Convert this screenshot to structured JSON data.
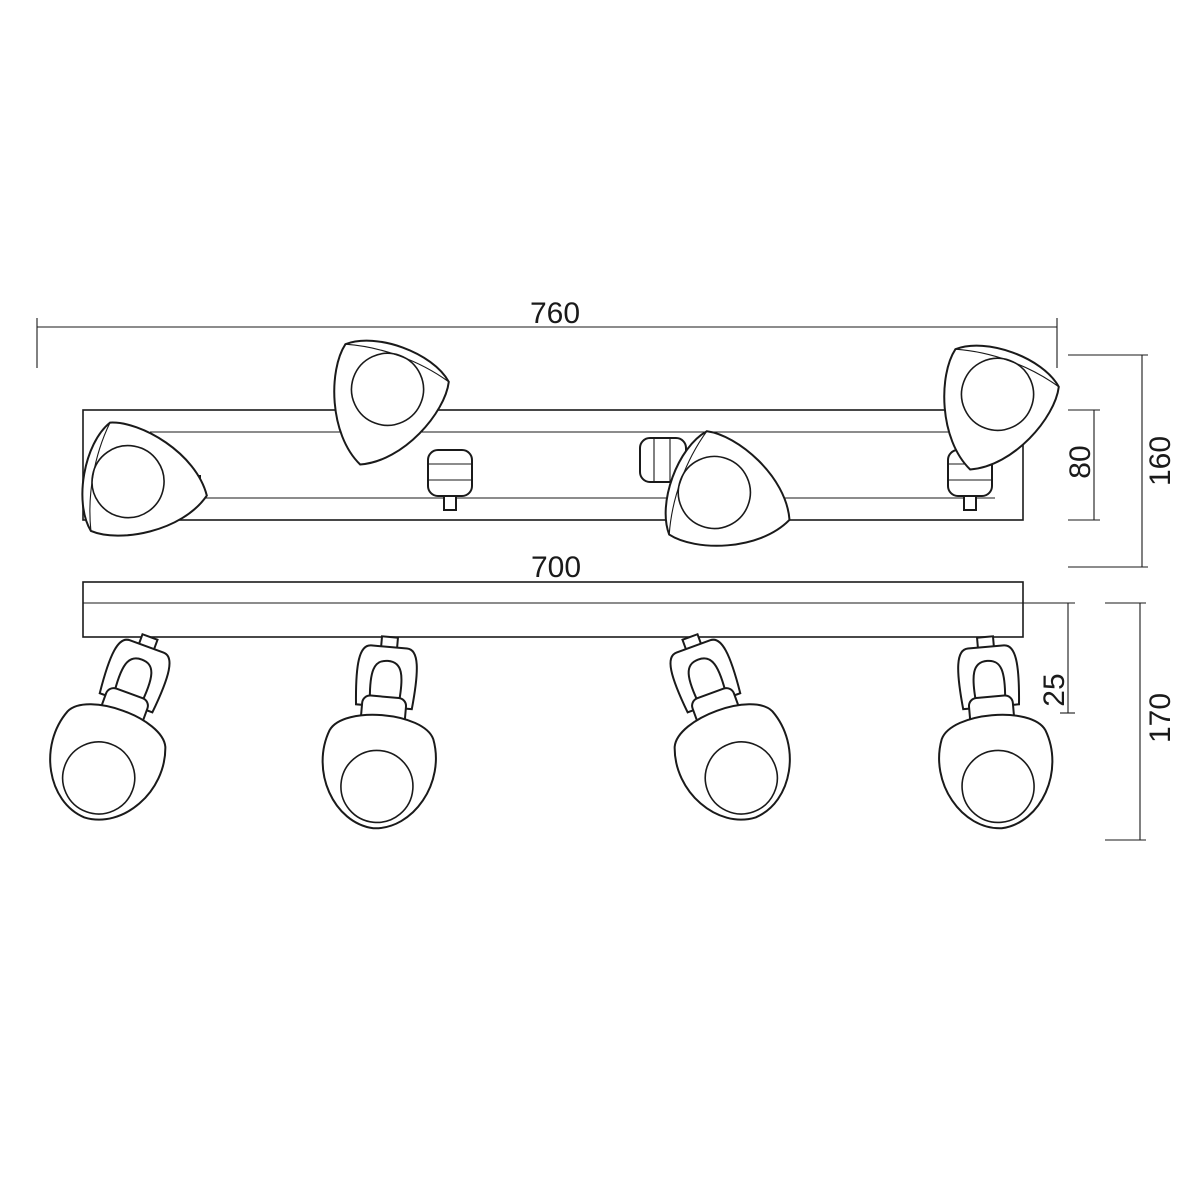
{
  "drawing": {
    "top_view": {
      "overall_length": "760",
      "plate_depth": "80",
      "overall_depth": "160",
      "spotlight_count": 4
    },
    "side_view": {
      "bar_length": "700",
      "bar_height": "25",
      "overall_height": "170",
      "spotlight_count": 4
    }
  },
  "colors": {
    "line": "#1a1a1a",
    "background": "#ffffff"
  }
}
